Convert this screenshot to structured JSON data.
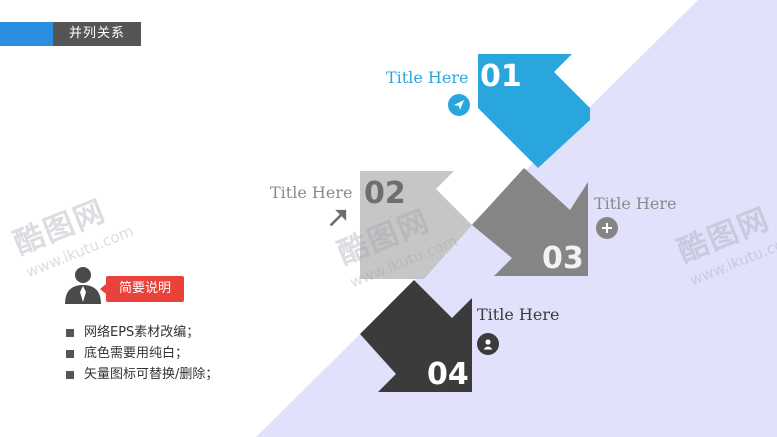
{
  "header": {
    "title": "并列关系"
  },
  "items": [
    {
      "number": "01",
      "title": "Title Here",
      "icon": "send-icon"
    },
    {
      "number": "02",
      "title": "Title Here",
      "icon": "arrow-up-right-icon"
    },
    {
      "number": "03",
      "title": "Title Here",
      "icon": "plus-icon"
    },
    {
      "number": "04",
      "title": "Title Here",
      "icon": "user-icon"
    }
  ],
  "watermark": {
    "brand": "酷图网",
    "url": "www.ikutu.com"
  },
  "summary": {
    "label": "简要说明",
    "notes": [
      "网络EPS素材改编；",
      "底色需要用纯白；",
      "矢量图标可替换/删除；"
    ]
  },
  "colors": {
    "accent_blue": "#2aa6df",
    "light_gray": "#c6c6c6",
    "mid_gray": "#858585",
    "dark_gray": "#3b3b3b",
    "lavender": "#e1e1fb",
    "badge_red": "#e8423a"
  }
}
